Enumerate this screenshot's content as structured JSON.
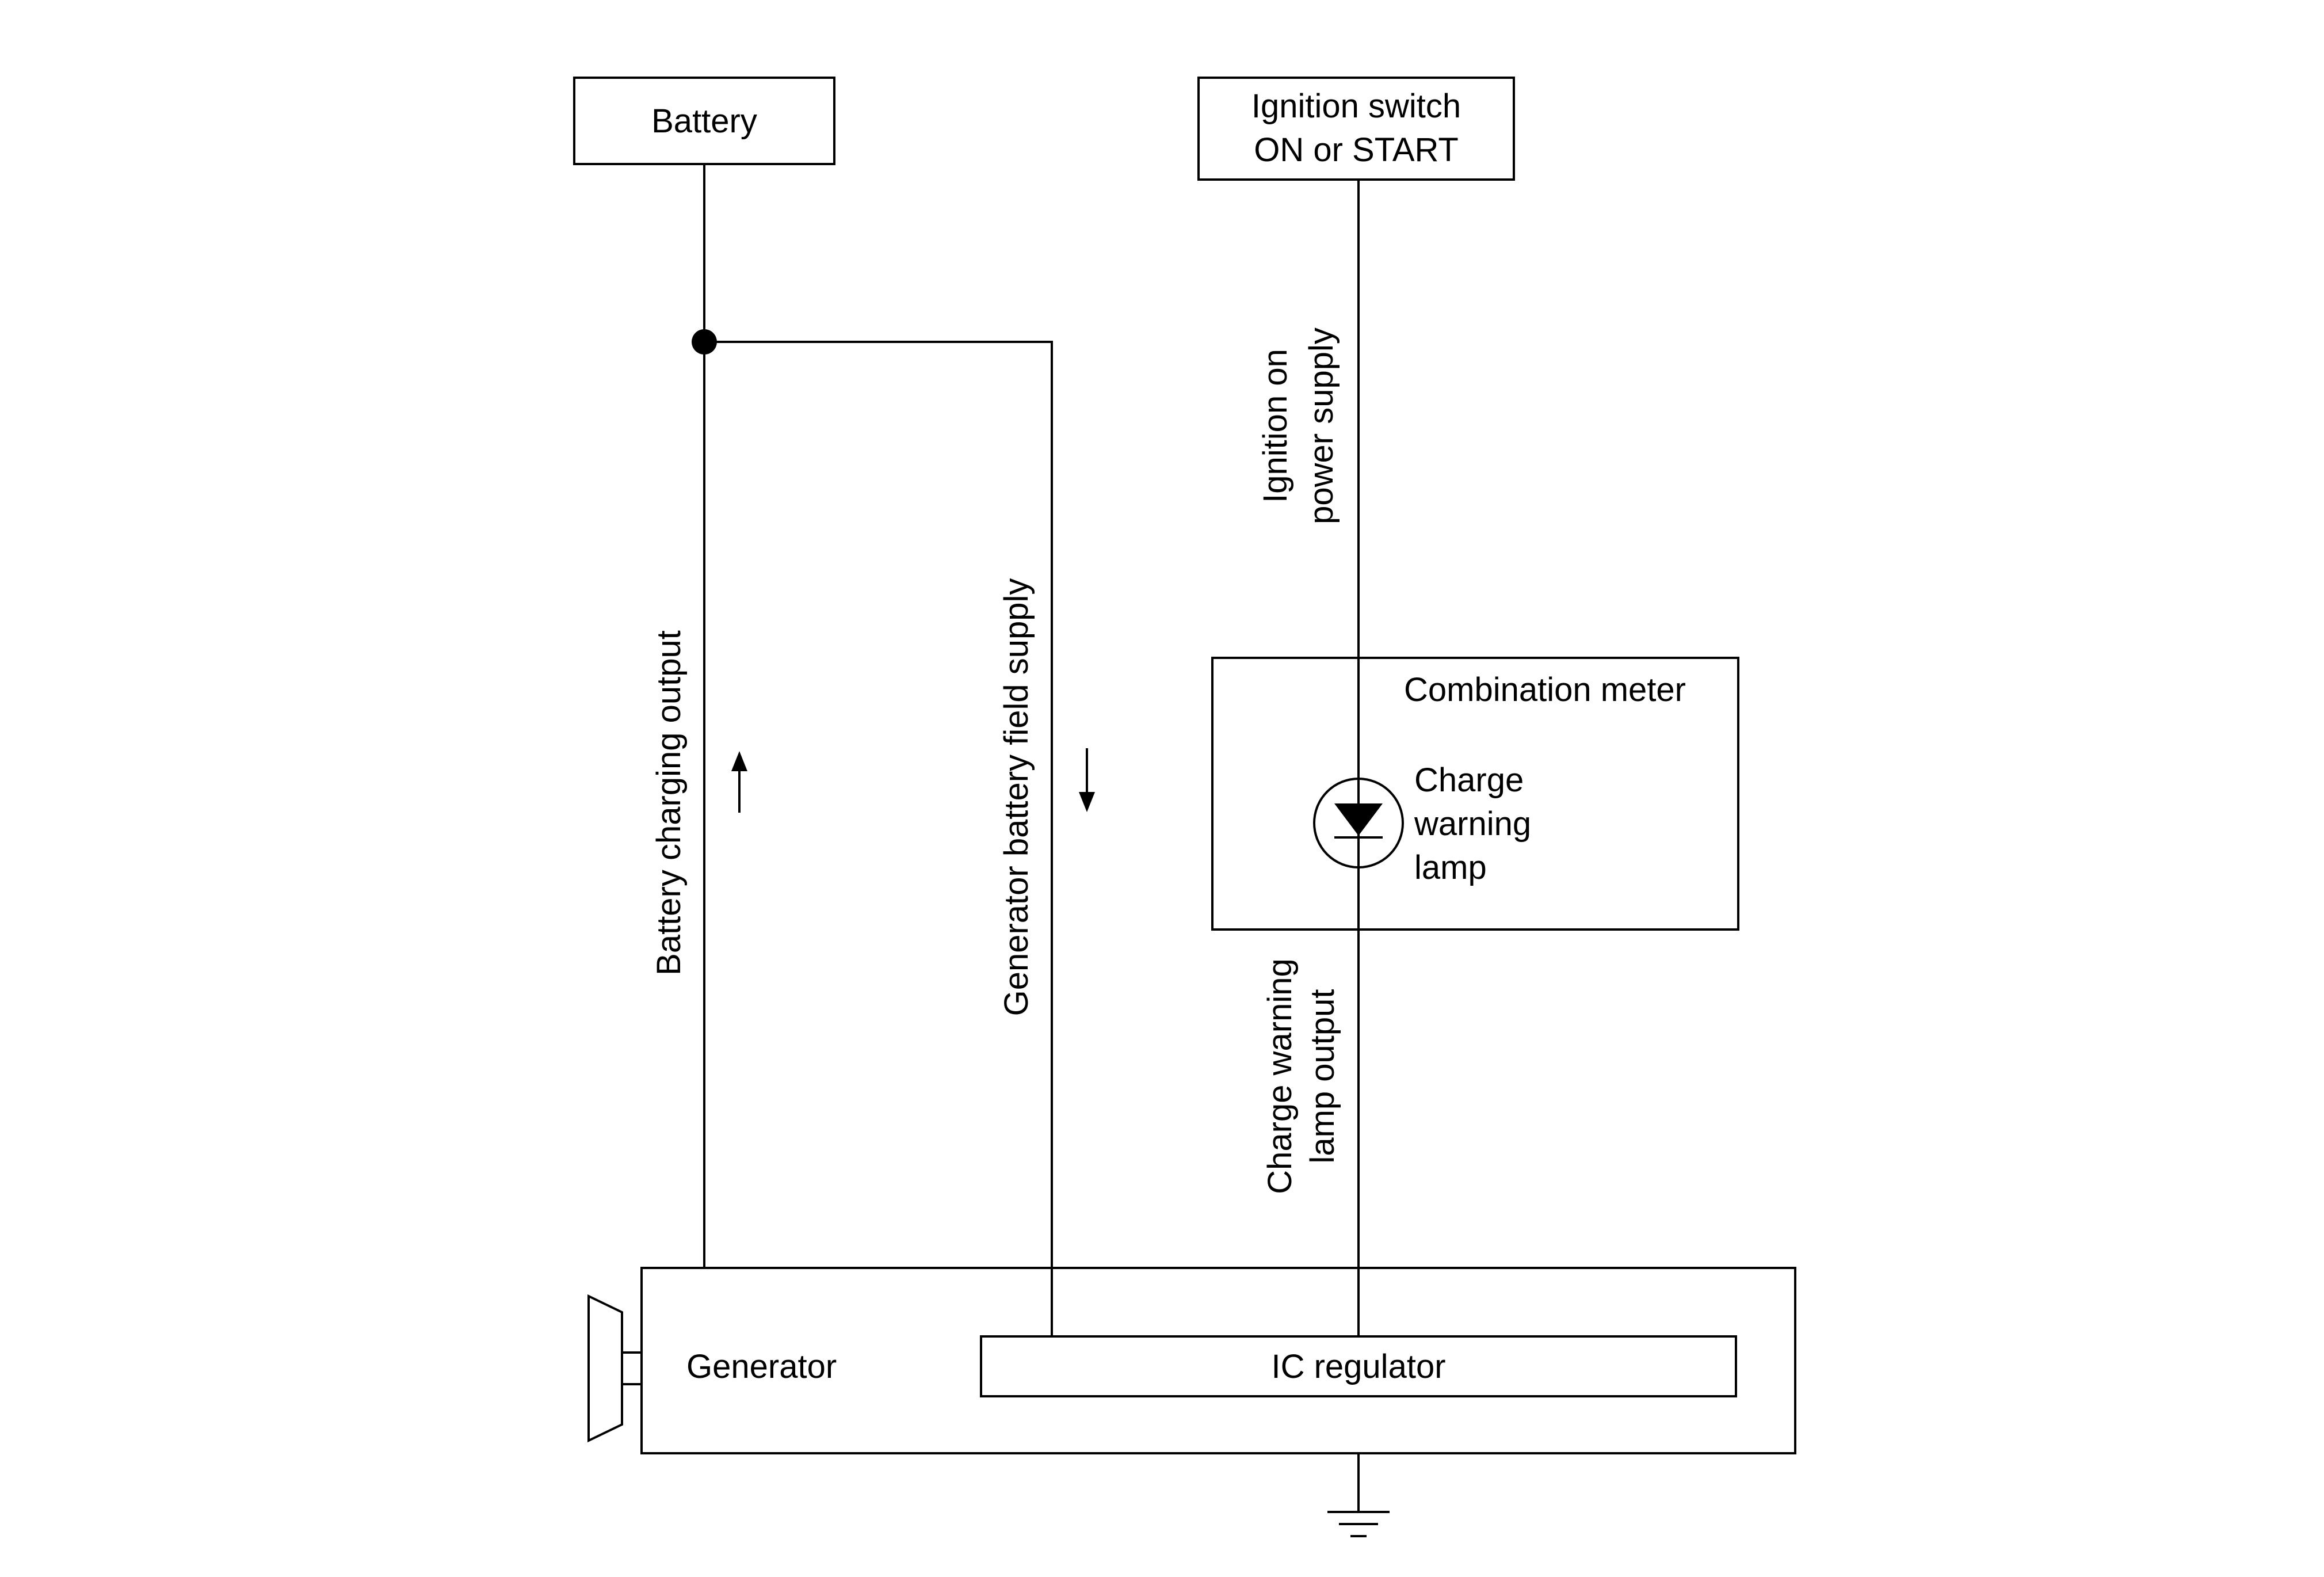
{
  "boxes": {
    "battery": "Battery",
    "ignition_line1": "Ignition switch",
    "ignition_line2": "ON or START",
    "combination_meter": "Combination meter",
    "generator": "Generator",
    "ic_regulator": "IC regulator"
  },
  "lamp": {
    "line1": "Charge",
    "line2": "warning",
    "line3": "lamp"
  },
  "wires": {
    "battery_charging_output": "Battery charging output",
    "generator_field_supply": "Generator battery field supply",
    "ignition_power_line1": "Ignition on",
    "ignition_power_line2": "power supply",
    "lamp_output_line1": "Charge warning",
    "lamp_output_line2": "lamp output"
  },
  "arrows": {
    "battery_charging_output": "up",
    "generator_field_supply": "down"
  }
}
